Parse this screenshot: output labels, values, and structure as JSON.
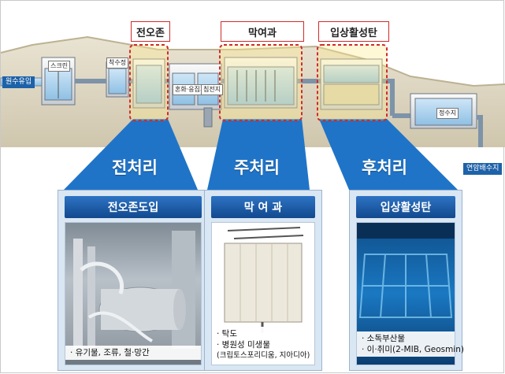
{
  "process": {
    "stages": [
      {
        "label": "전오존"
      },
      {
        "label": "막여과"
      },
      {
        "label": "입상활성탄"
      }
    ],
    "units": {
      "screen": "스크린",
      "raw_well": "착수정",
      "coag": "혼화·응집지",
      "sediment": "침전지",
      "clear_well": "정수지"
    },
    "inlet": "원수유입",
    "outlet": "연암배수지"
  },
  "funnels": [
    {
      "title": "전처리"
    },
    {
      "title": "주처리"
    },
    {
      "title": "후처리"
    }
  ],
  "panels": [
    {
      "title": "전오존도입",
      "items": [
        "· 유기물, 조류, 철·망간"
      ]
    },
    {
      "title": "막 여 과",
      "items": [
        "· 탁도",
        "· 병원성 미생물",
        "(크립토스포리디움, 지아디아)"
      ]
    },
    {
      "title": "입상활성탄",
      "items": [
        "· 소독부산물",
        "· 이·취미(2-MIB, Geosmin)"
      ]
    }
  ],
  "colors": {
    "highlight": "#d12a2a",
    "funnel": "#1f74c8",
    "panel_bg": "#d9e6f3"
  }
}
